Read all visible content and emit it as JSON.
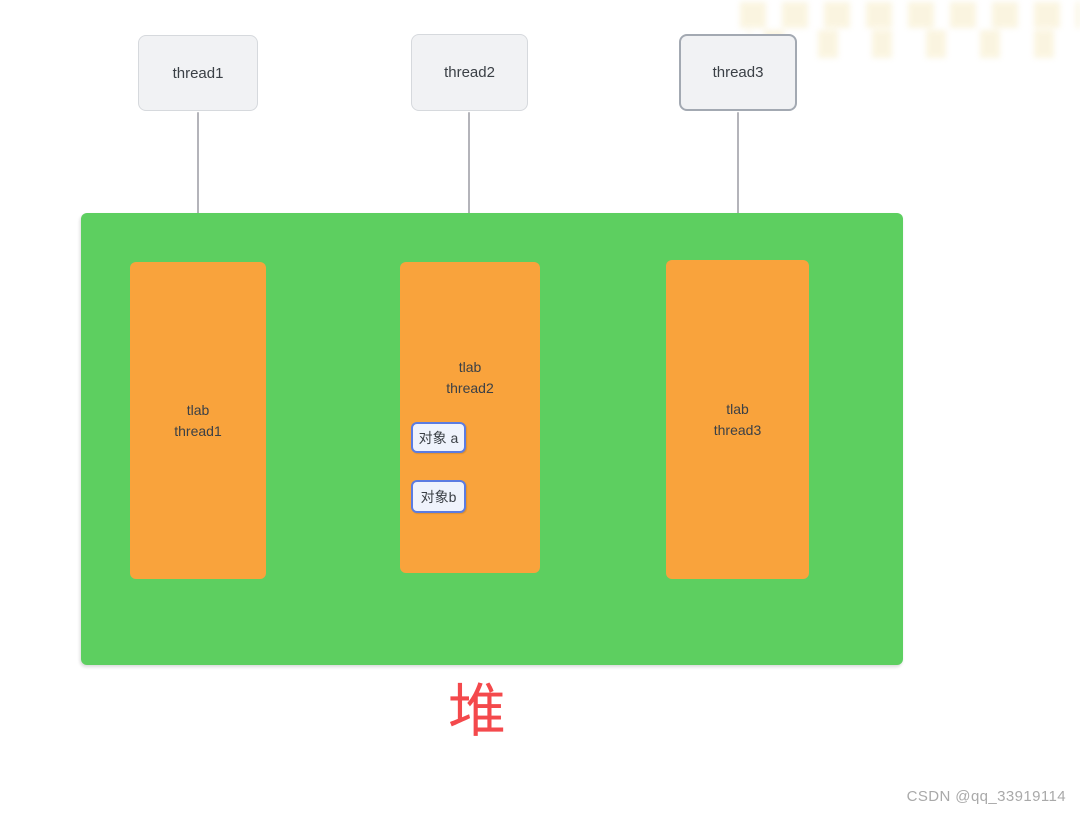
{
  "diagram": {
    "threads": [
      {
        "label": "thread1"
      },
      {
        "label": "thread2"
      },
      {
        "label": "thread3"
      }
    ],
    "tlabs": [
      {
        "line1": "tlab",
        "line2": "thread1",
        "objects": []
      },
      {
        "line1": "tlab",
        "line2": "thread2",
        "objects": [
          {
            "label": "对象 a"
          },
          {
            "label": "对象b"
          }
        ]
      },
      {
        "line1": "tlab",
        "line2": "thread3",
        "objects": []
      }
    ],
    "heap": {
      "label": "堆"
    },
    "arrows": [
      {
        "name": "thread1-to-tlab1"
      },
      {
        "name": "thread2-to-tlab2"
      },
      {
        "name": "thread3-to-tlab3"
      }
    ]
  },
  "watermark": {
    "text": "CSDN @qq_33919114"
  },
  "colors": {
    "heap_green": "#5dcf60",
    "tlab_orange": "#f9a33c",
    "node_fill": "#f1f2f4",
    "node_border": "#d6d9dd",
    "node_border_active": "#a3a9b2",
    "arrow_gray": "#b4b4ba",
    "obj_fill": "#eff3fc",
    "obj_border": "#5b7ce2",
    "heap_label_red": "#f4494c",
    "text_dark": "#3b4046",
    "watermark_gray": "#a9a9a9",
    "wm_cream": "#faf3db"
  }
}
